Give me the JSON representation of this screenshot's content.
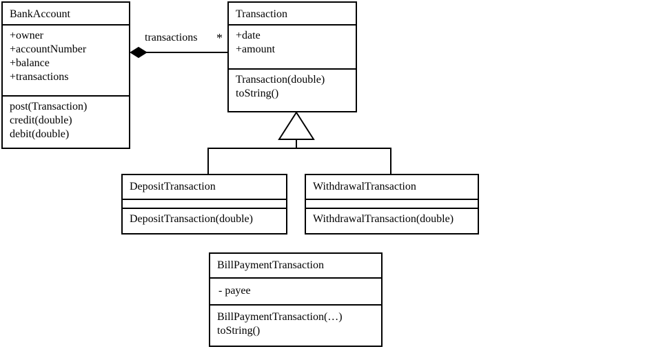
{
  "diagram": {
    "type": "uml-class-diagram",
    "classes": [
      {
        "name": "BankAccount",
        "attributes": [
          "+owner",
          "+accountNumber",
          "+balance",
          "+transactions"
        ],
        "methods": [
          "post(Transaction)",
          "credit(double)",
          "debit(double)"
        ]
      },
      {
        "name": "Transaction",
        "attributes": [
          "+date",
          "+amount"
        ],
        "methods": [
          "Transaction(double)",
          "toString()"
        ]
      },
      {
        "name": "DepositTransaction",
        "attributes": [],
        "methods": [
          "DepositTransaction(double)"
        ]
      },
      {
        "name": "WithdrawalTransaction",
        "attributes": [],
        "methods": [
          "WithdrawalTransaction(double)"
        ]
      },
      {
        "name": "BillPaymentTransaction",
        "attributes": [
          "- payee"
        ],
        "methods": [
          "BillPaymentTransaction(…)",
          "toString()"
        ]
      }
    ],
    "relationships": [
      {
        "type": "composition",
        "from": "BankAccount",
        "to": "Transaction",
        "label": "transactions",
        "multiplicity": "*"
      },
      {
        "type": "inheritance",
        "parent": "Transaction",
        "children": [
          "DepositTransaction",
          "WithdrawalTransaction"
        ]
      }
    ],
    "colors": {
      "stroke": "#000000",
      "fill": "#ffffff"
    }
  }
}
